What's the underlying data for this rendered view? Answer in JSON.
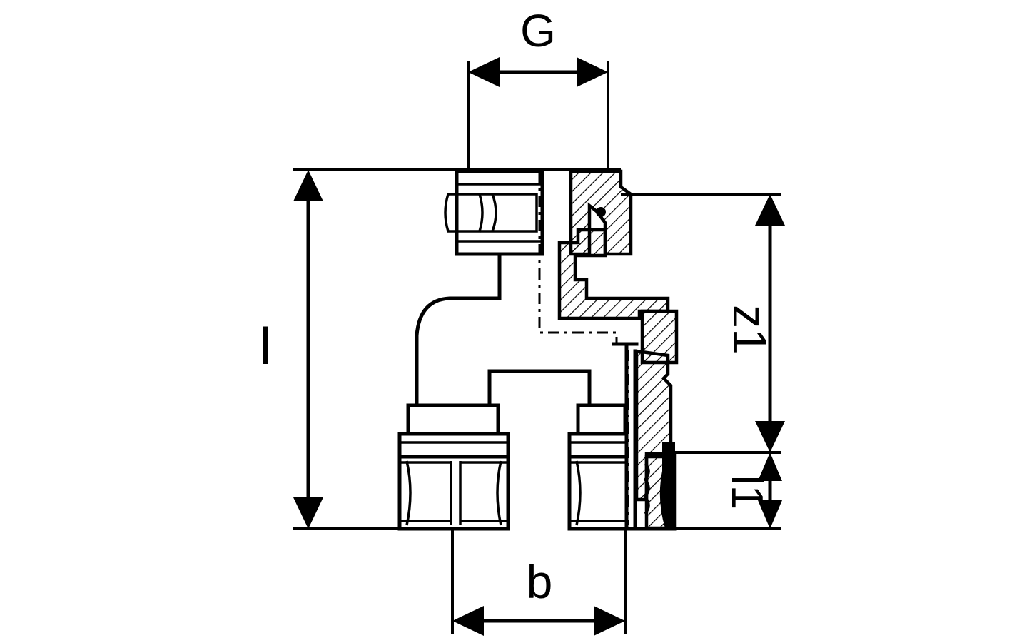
{
  "labels": {
    "G": "G",
    "l": "l",
    "z1": "z1",
    "l1": "l1",
    "b": "b"
  }
}
